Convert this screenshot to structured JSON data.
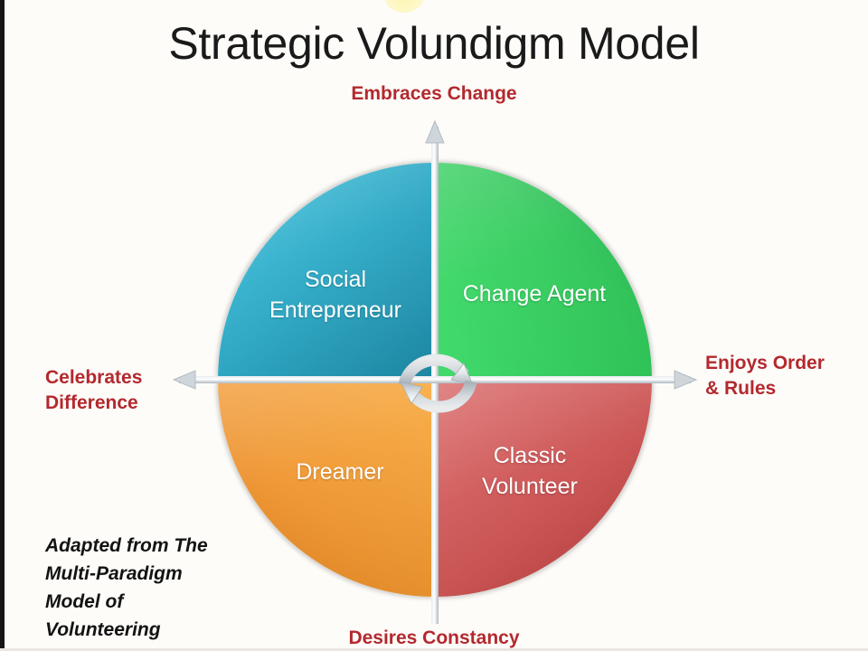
{
  "slide": {
    "title": "Strategic Volundigm Model",
    "attribution": "Adapted from The\nMulti-Paradigm\nModel of\nVolunteering"
  },
  "axes": {
    "top": "Embraces Change",
    "bottom": "Desires Constancy",
    "left": "Celebrates\nDifference",
    "right": "Enjoys Order\n& Rules"
  },
  "quadrants": [
    {
      "key": "social-entrepreneur",
      "label": "Social\nEntrepreneur",
      "color": "#2ba9c6",
      "position": "top-left"
    },
    {
      "key": "change-agent",
      "label": "Change Agent",
      "color": "#2fc959",
      "position": "top-right"
    },
    {
      "key": "dreamer",
      "label": "Dreamer",
      "color": "#f0962f",
      "position": "bottom-left"
    },
    {
      "key": "classic-volunteer",
      "label": "Classic\nVolunteer",
      "color": "#cb5050",
      "position": "bottom-right"
    }
  ],
  "colors": {
    "title_text": "#1a1a1a",
    "axis_label_text": "#b3292e",
    "quadrant_label_text": "#ffffff",
    "axis_line": "#b9c3cb",
    "rotation_arrow": "#c6cdd2",
    "background": "#fdfcf9"
  },
  "icons": {
    "rotate_cw": "rotate-arrow-clockwise-icon",
    "rotate_ccw": "rotate-arrow-counterclockwise-icon",
    "axis_arrow_up": "axis-arrow-up-icon",
    "axis_arrow_down": "axis-arrow-down-icon",
    "axis_arrow_left": "axis-arrow-left-icon",
    "axis_arrow_right": "axis-arrow-right-icon"
  }
}
